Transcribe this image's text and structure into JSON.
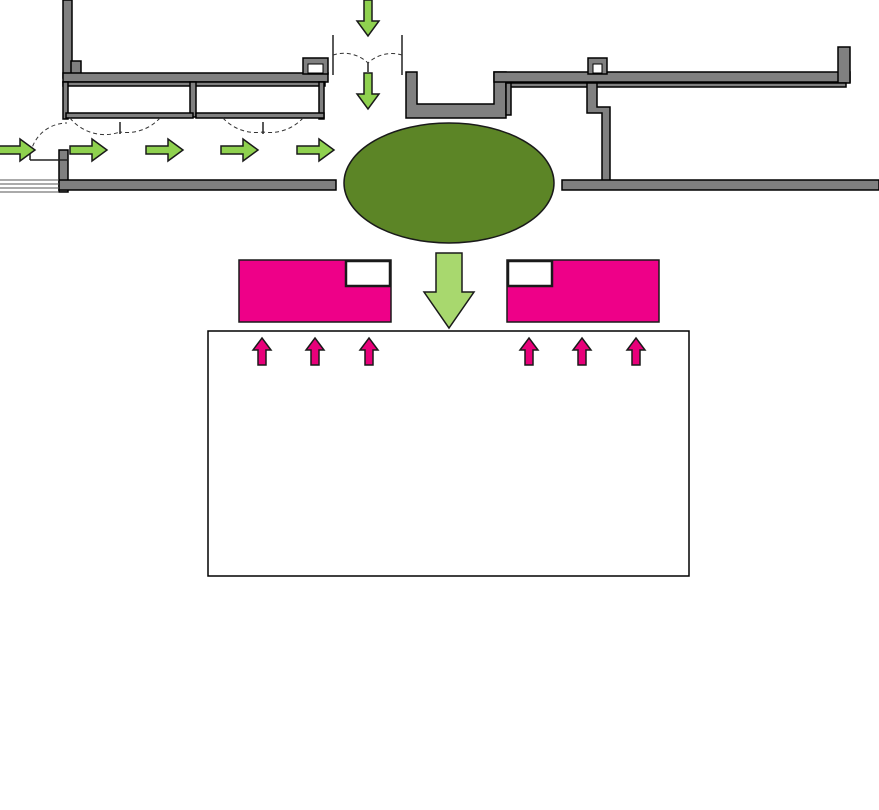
{
  "colors": {
    "wall_fill": "#808080",
    "wall_stroke": "#000000",
    "flow_arrow_fill": "#8fd14f",
    "flow_arrow_stroke": "#1a1a1a",
    "hub_fill": "#5c8526",
    "hub_stroke": "#1a1a1a",
    "big_arrow_fill": "#a8d86e",
    "block_fill": "#ee0088",
    "block_stroke": "#1a1a1a",
    "up_arrow_fill": "#e8007a",
    "space_stroke": "#000000",
    "background": "#ffffff"
  },
  "elements": {
    "entrance_flow_arrows": 5,
    "vertical_flow_arrows": 2,
    "magenta_blocks": 2,
    "up_arrows_per_block": 3,
    "doors": [
      "west-entrance-door",
      "north-entrance-door",
      "corridor-door-left",
      "corridor-door-right"
    ]
  }
}
